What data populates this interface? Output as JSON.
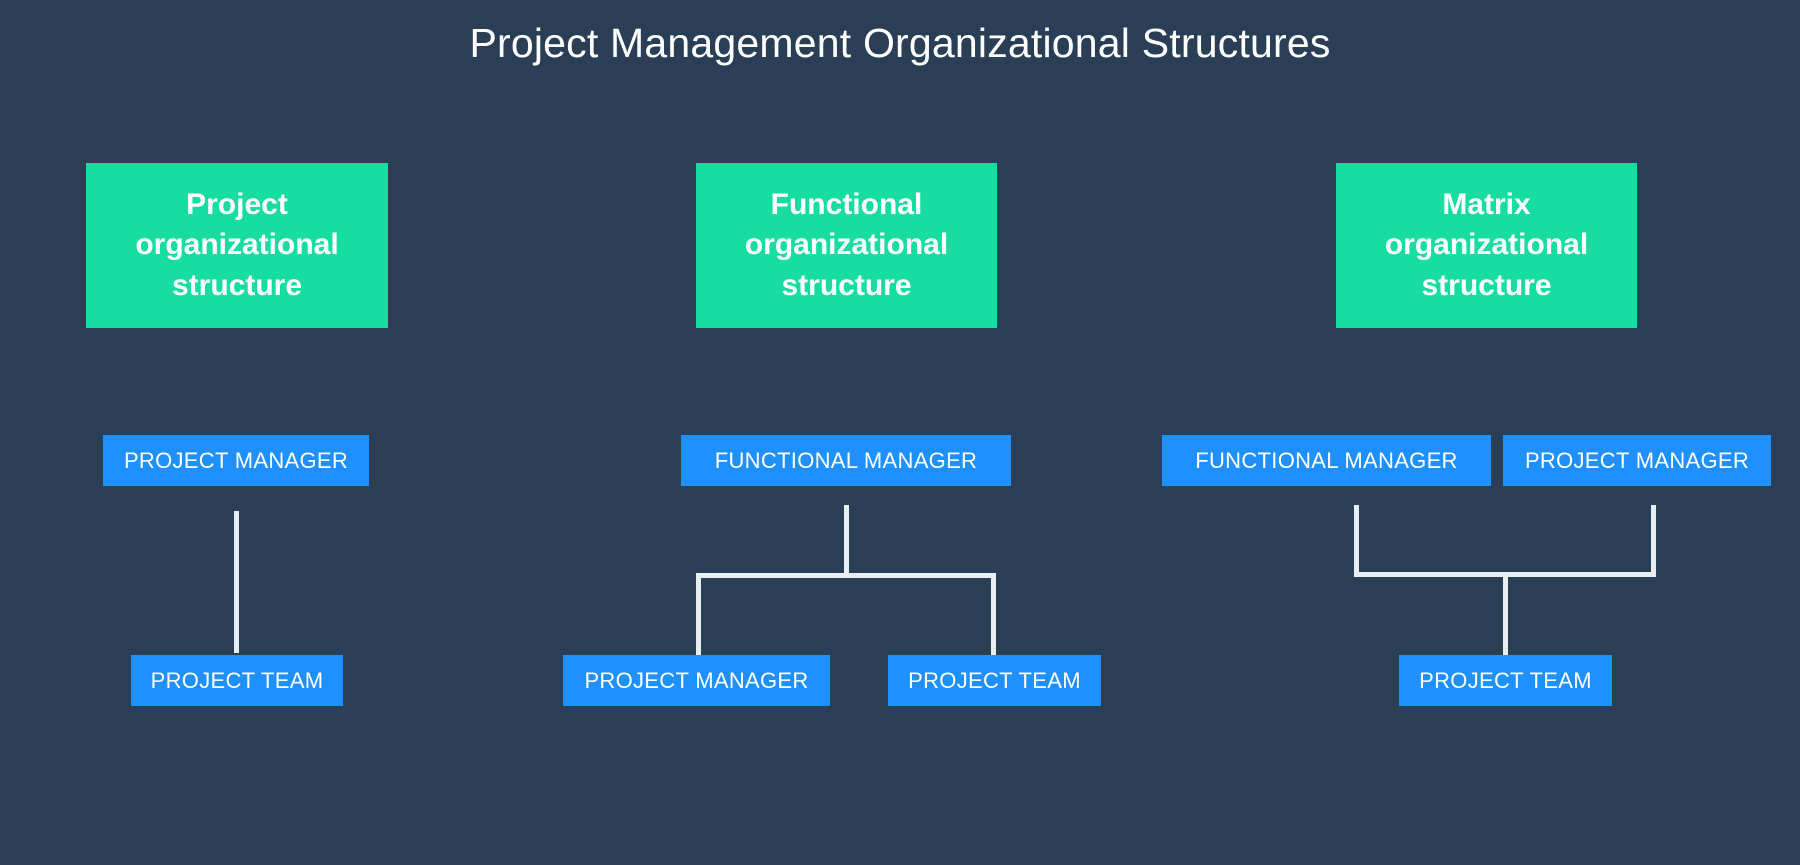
{
  "title": "Project Management Organizational Structures",
  "colors": {
    "background": "#2a3f56",
    "card_green": "#17dda0",
    "card_blue": "#1e90ff",
    "connector": "#e8eff3",
    "text": "#ffffff"
  },
  "columns": [
    {
      "id": "project",
      "heading": "Project organizational structure",
      "heading_lines": [
        "Project",
        "organizational",
        "structure"
      ],
      "nodes": [
        {
          "id": "pm",
          "label": "PROJECT MANAGER",
          "level": 1
        },
        {
          "id": "pt",
          "label": "PROJECT TEAM",
          "level": 2
        }
      ]
    },
    {
      "id": "functional",
      "heading": "Functional organizational structure",
      "heading_lines": [
        "Functional",
        "organizational",
        "structure"
      ],
      "nodes": [
        {
          "id": "fm",
          "label": "FUNCTIONAL MANAGER",
          "level": 1
        },
        {
          "id": "pm",
          "label": "PROJECT MANAGER",
          "level": 2
        },
        {
          "id": "pt",
          "label": "PROJECT TEAM",
          "level": 2
        }
      ]
    },
    {
      "id": "matrix",
      "heading": "Matrix organizational structure",
      "heading_lines": [
        "Matrix",
        "organizational",
        "structure"
      ],
      "nodes": [
        {
          "id": "fm",
          "label": "FUNCTIONAL MANAGER",
          "level": 1
        },
        {
          "id": "pm",
          "label": "PROJECT MANAGER",
          "level": 1
        },
        {
          "id": "pt",
          "label": "PROJECT TEAM",
          "level": 2
        }
      ]
    }
  ]
}
